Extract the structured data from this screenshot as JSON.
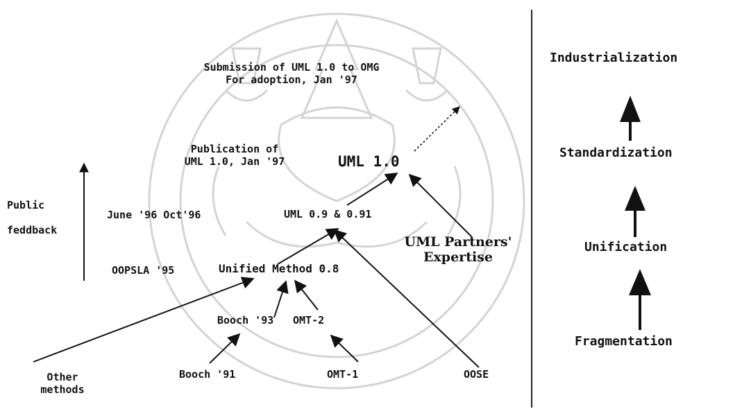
{
  "labels": {
    "submission_line1": "Submission of UML 1.0 to OMG",
    "submission_line2": "For adoption, Jan '97",
    "publication_line1": "Publication of",
    "publication_line2": "UML 1.0, Jan '97",
    "uml10": "UML 1.0",
    "dates_96": "June '96 Oct'96",
    "uml09": "UML 0.9 & 0.91",
    "partners_line1": "UML Partners'",
    "partners_line2": "Expertise",
    "oopsla": "OOPSLA '95",
    "unified": "Unified Method 0.8",
    "booch93": "Booch '93",
    "omt2": "OMT-2",
    "booch91": "Booch '91",
    "omt1": "OMT-1",
    "oose": "OOSE",
    "other_line1": "Other",
    "other_line2": "methods",
    "public_line1": "Public",
    "public_line2": "feddback"
  },
  "stages": {
    "industrialization": "Industrialization",
    "standardization": "Standardization",
    "unification": "Unification",
    "fragmentation": "Fragmentation"
  },
  "colors": {
    "ink": "#111111",
    "watermark": "#cfcfcf"
  }
}
